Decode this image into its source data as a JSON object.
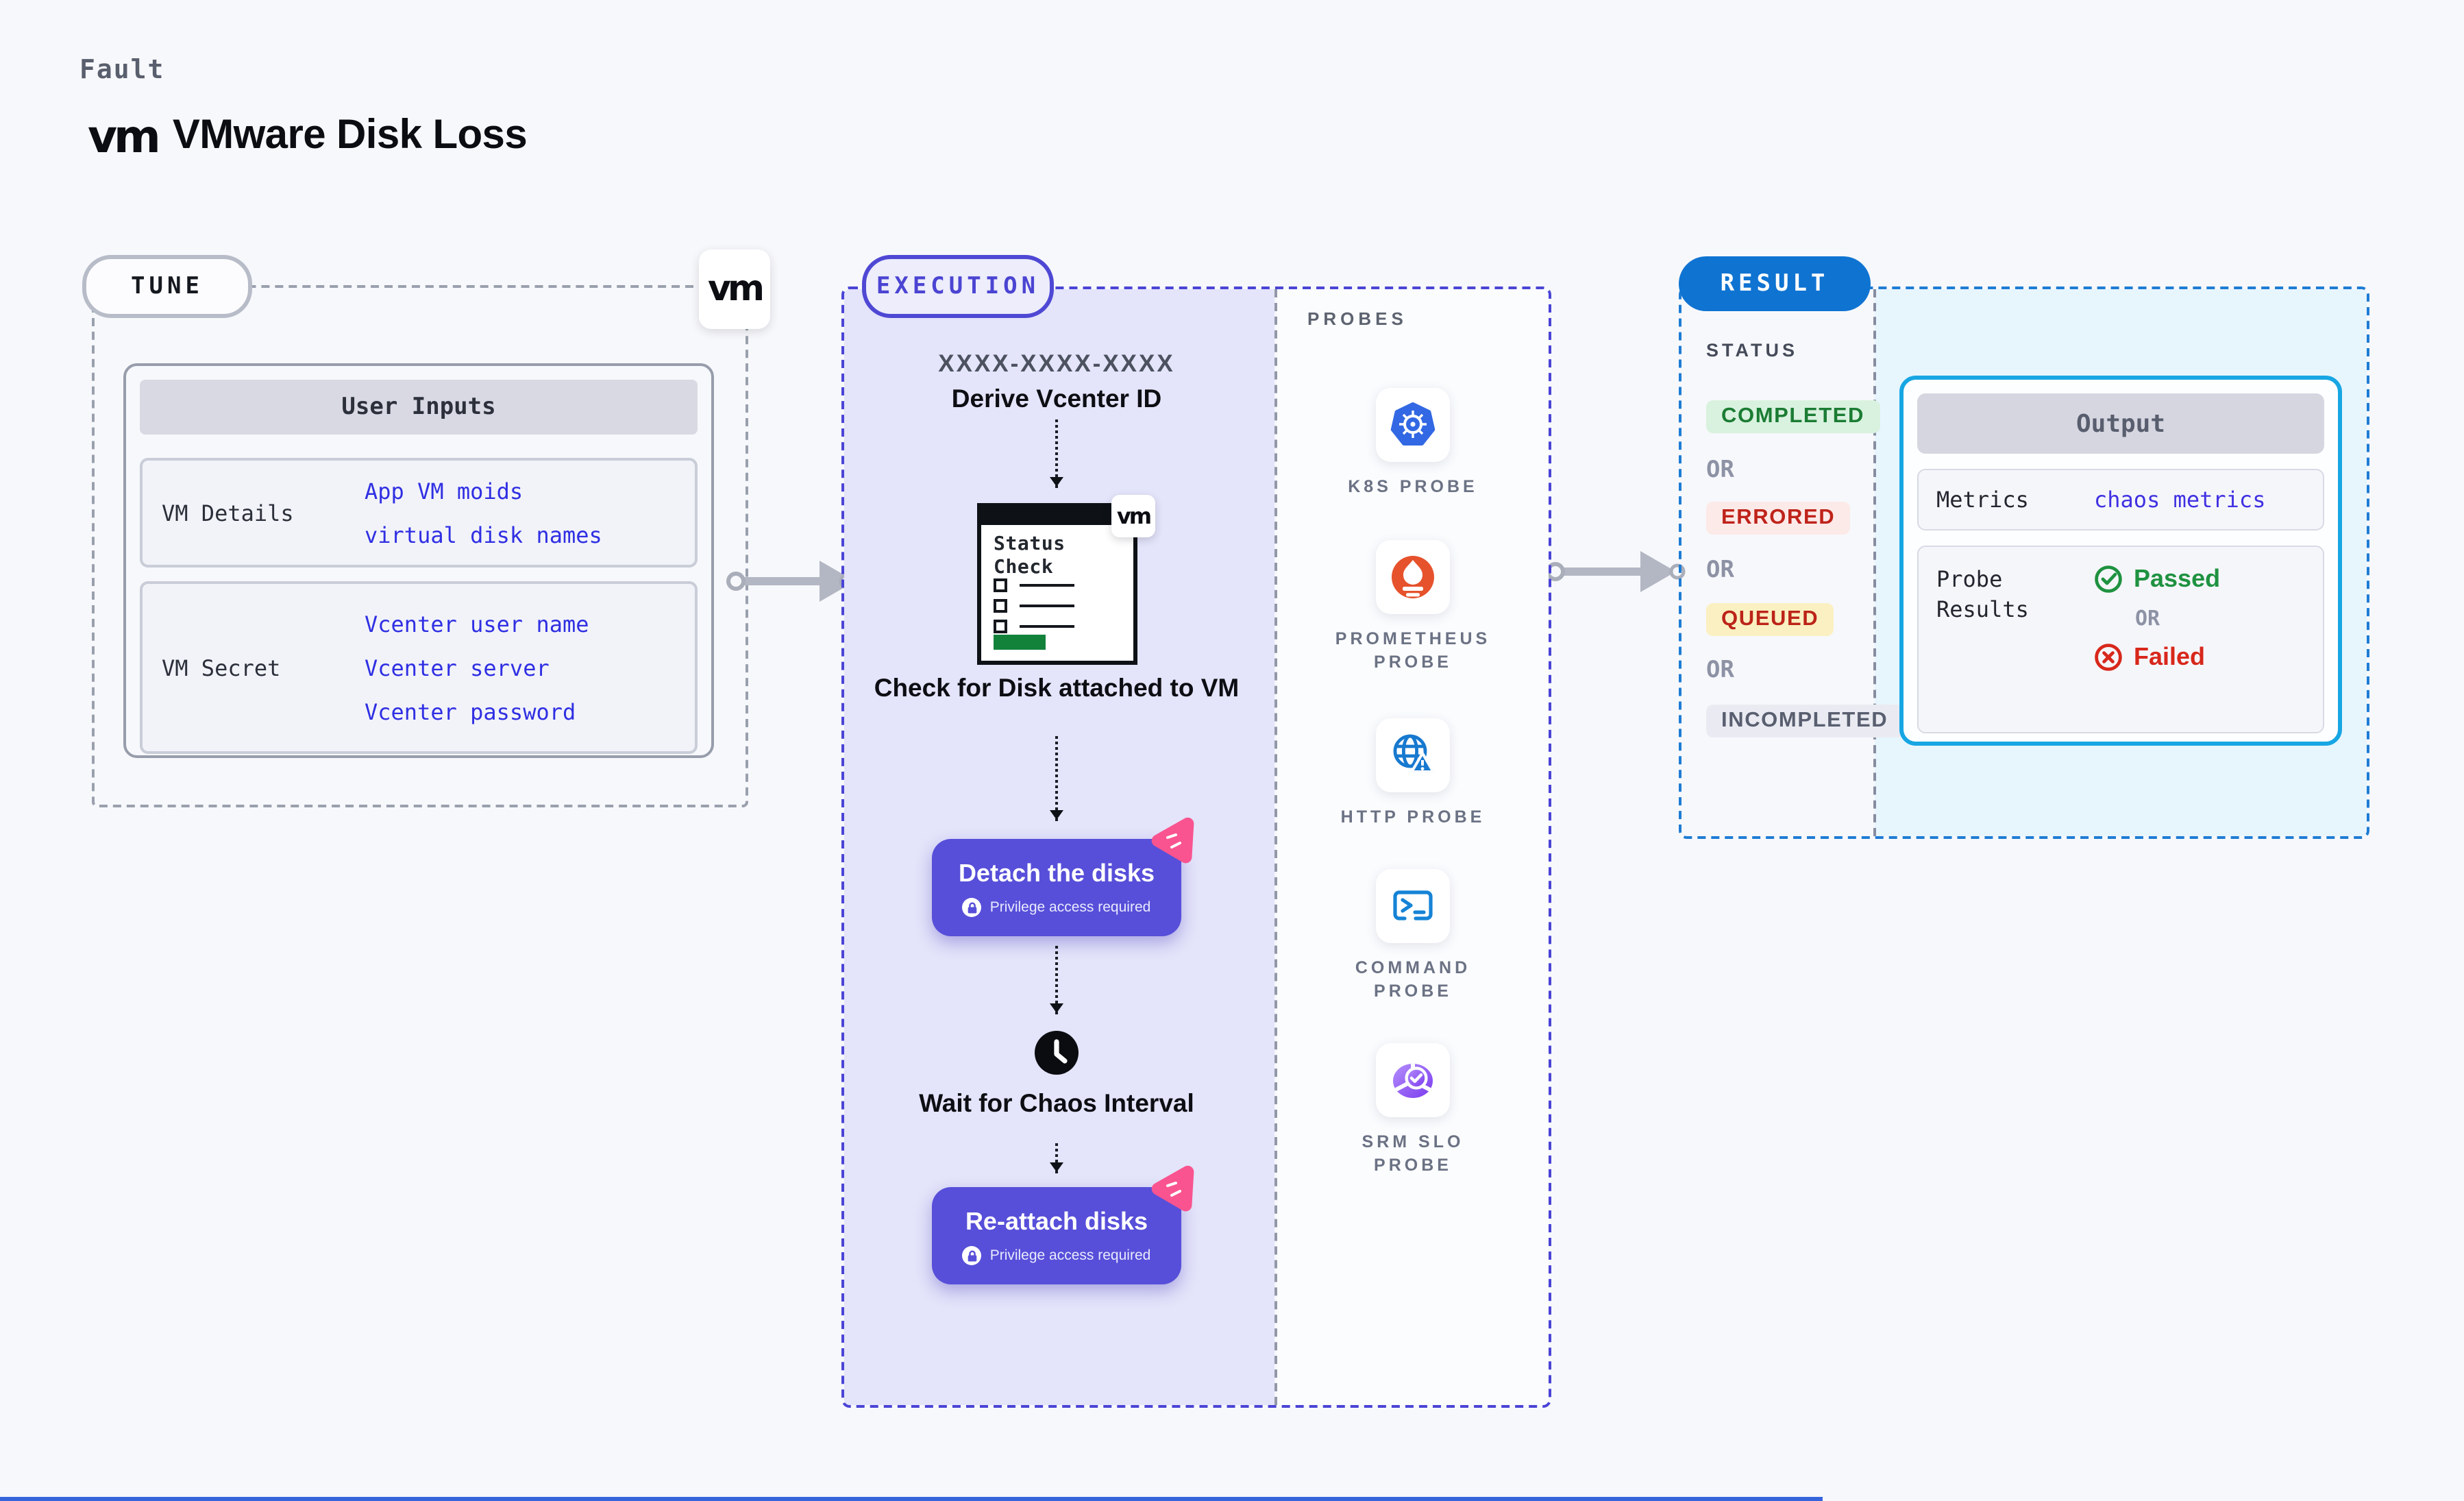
{
  "page": {
    "category_label": "Fault",
    "title": "VMware Disk Loss",
    "vm_logo": "vm"
  },
  "colors": {
    "accent_indigo": "#574fd9",
    "execution_bg": "#e4e4fa",
    "result_blue": "#0f73d2",
    "output_border_cyan": "#17a6e3",
    "completed_green": "#1b7c33",
    "errored_red": "#bf231a",
    "queued_yellow_bg": "#faf0c2",
    "pink_decoration": "#f9548f",
    "k8s_blue": "#3268e3",
    "prometheus_orange": "#e6522c"
  },
  "tune": {
    "badge": "TUNE",
    "table": {
      "header": "User Inputs",
      "rows": [
        {
          "key": "VM Details",
          "values": [
            "App VM moids",
            "virtual disk names"
          ]
        },
        {
          "key": "VM Secret",
          "values": [
            "Vcenter user name",
            "Vcenter server",
            "Vcenter password"
          ]
        }
      ]
    }
  },
  "execution": {
    "badge": "EXECUTION",
    "derive_code": "XXXX-XXXX-XXXX",
    "derive_label": "Derive Vcenter ID",
    "status_icon_title": "Status Check",
    "check_label": "Check for Disk attached to VM",
    "detach_label": "Detach the disks",
    "privilege_note": "Privilege access required",
    "wait_label": "Wait for Chaos Interval",
    "reattach_label": "Re-attach disks"
  },
  "probes": {
    "panel_label": "PROBES",
    "items": [
      {
        "label": "K8S PROBE",
        "icon": "kubernetes-icon"
      },
      {
        "label": "PROMETHEUS\nPROBE",
        "icon": "prometheus-icon"
      },
      {
        "label": "HTTP PROBE",
        "icon": "http-globe-icon"
      },
      {
        "label": "COMMAND\nPROBE",
        "icon": "terminal-icon"
      },
      {
        "label": "SRM SLO\nPROBE",
        "icon": "slo-chart-icon"
      }
    ]
  },
  "result": {
    "badge": "RESULT",
    "status_label": "STATUS",
    "or_label": "OR",
    "statuses": [
      {
        "label": "COMPLETED"
      },
      {
        "label": "ERRORED"
      },
      {
        "label": "QUEUED"
      },
      {
        "label": "INCOMPLETED"
      }
    ],
    "output": {
      "header": "Output",
      "metrics_key": "Metrics",
      "metrics_value": "chaos metrics",
      "probe_results_key": "Probe Results",
      "passed": "Passed",
      "or": "OR",
      "failed": "Failed"
    }
  }
}
